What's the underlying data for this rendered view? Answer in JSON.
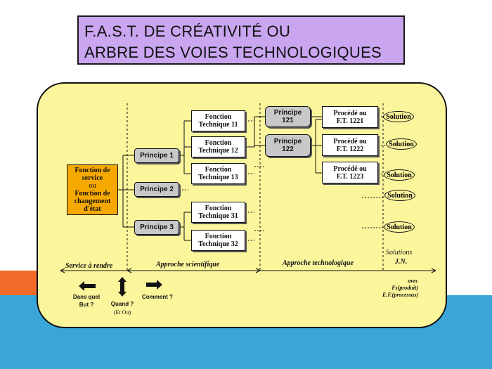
{
  "slide": {
    "title_line1": "F.A.S.T. DE CRÉATIVITÉ OU",
    "title_line2": "ARBRE DES VOIES TECHNOLOGIQUES",
    "colors": {
      "title_bg": "#c9a6ef",
      "panel_bg": "#fbf59c",
      "service_box": "#f5a800",
      "principle_box": "#c8c8c8",
      "accent_orange": "#f26b2a",
      "accent_blue": "#3aa6d8"
    }
  },
  "diagram": {
    "service": {
      "line1": "Fonction de",
      "line2": "service",
      "line3": "ou",
      "line4": "Fonction de",
      "line5": "changement",
      "line6": "d'état"
    },
    "principles": [
      "Principe 1",
      "Principe 2",
      "Principe 3"
    ],
    "functions": [
      {
        "line1": "Fonction",
        "line2": "Technique 11"
      },
      {
        "line1": "Fonction",
        "line2": "Technique 12"
      },
      {
        "line1": "Fonction",
        "line2": "Technique 13"
      },
      {
        "line1": "Fonction",
        "line2": "Technique 31"
      },
      {
        "line1": "Fonction",
        "line2": "Technique 32"
      }
    ],
    "sub_principles": [
      {
        "line1": "Principe",
        "line2": "121"
      },
      {
        "line1": "Principe",
        "line2": "122"
      }
    ],
    "procedes": [
      {
        "line1": "Procédé ou",
        "line2": "F.T.  1221"
      },
      {
        "line1": "Procédé ou",
        "line2": "F.T.  1222"
      },
      {
        "line1": "Procédé ou",
        "line2": "F.T.  1223"
      }
    ],
    "solutions": [
      "Solution",
      "Solution",
      "Solution",
      "Solution",
      "Solution"
    ],
    "phases": {
      "service": "Service à rendre",
      "scientific": "Approche scientifique",
      "technological": "Approche technologique",
      "solutions": "Solutions",
      "author": "J.N."
    },
    "legend": {
      "dans_quel_but_line1": "Dans quel",
      "dans_quel_but_line2": "But ?",
      "quand": "Quand ?",
      "et_ou": "(Et  Ou)",
      "comment": "Comment  ?",
      "note_line1": "avec",
      "note_line2": "Fs(produit)",
      "note_line3": "E.F.(processus)"
    }
  }
}
